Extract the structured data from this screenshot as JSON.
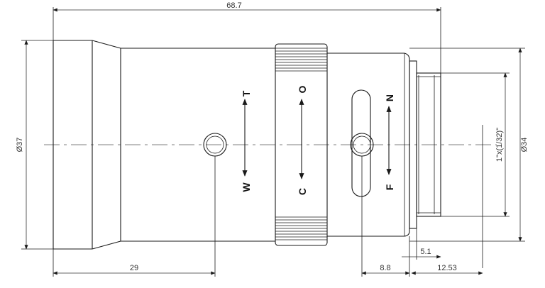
{
  "dimensions": {
    "overall_length": "68.7",
    "front_diameter": "Ø37",
    "rear_diameter": "Ø34",
    "mount_thread": "1\"x(1/32)\"",
    "front_to_zoom_screw": "29",
    "focus_slot_offset": "8.8",
    "rear_flange_gap": "5.1",
    "flange_back": "12.53"
  },
  "markings": {
    "zoom": {
      "tele": "T",
      "wide": "W"
    },
    "iris": {
      "open": "O",
      "close": "C"
    },
    "focus": {
      "near": "N",
      "far": "F"
    }
  }
}
